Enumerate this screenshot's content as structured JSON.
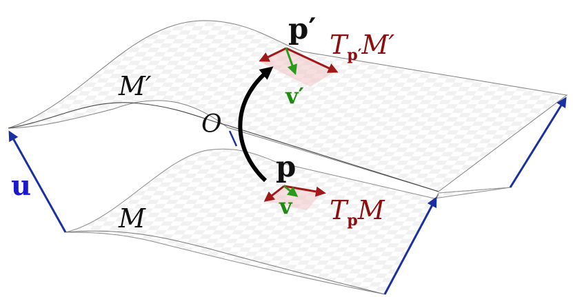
{
  "labels": {
    "manifold_lower": "M",
    "manifold_upper": "M′",
    "origin": "O",
    "point_lower": "p",
    "point_upper": "p′",
    "vector_lower": "v",
    "vector_upper": "v′",
    "translation": "u",
    "tangent_lower_T": "T",
    "tangent_lower_sub": "p",
    "tangent_lower_M": "M",
    "tangent_upper_T": "T",
    "tangent_upper_sub": "p′",
    "tangent_upper_M": "M′"
  },
  "colors": {
    "translation_vector": "#1a2fa0",
    "translation_label": "#1a1acc",
    "tangent_frame": "#a01818",
    "tangent_label": "#8a1010",
    "tangent_vector": "#2a9a1a",
    "tangent_vector_label": "#1f8a10",
    "surface_edge": "#888888",
    "mapping_arrow": "#000000"
  }
}
